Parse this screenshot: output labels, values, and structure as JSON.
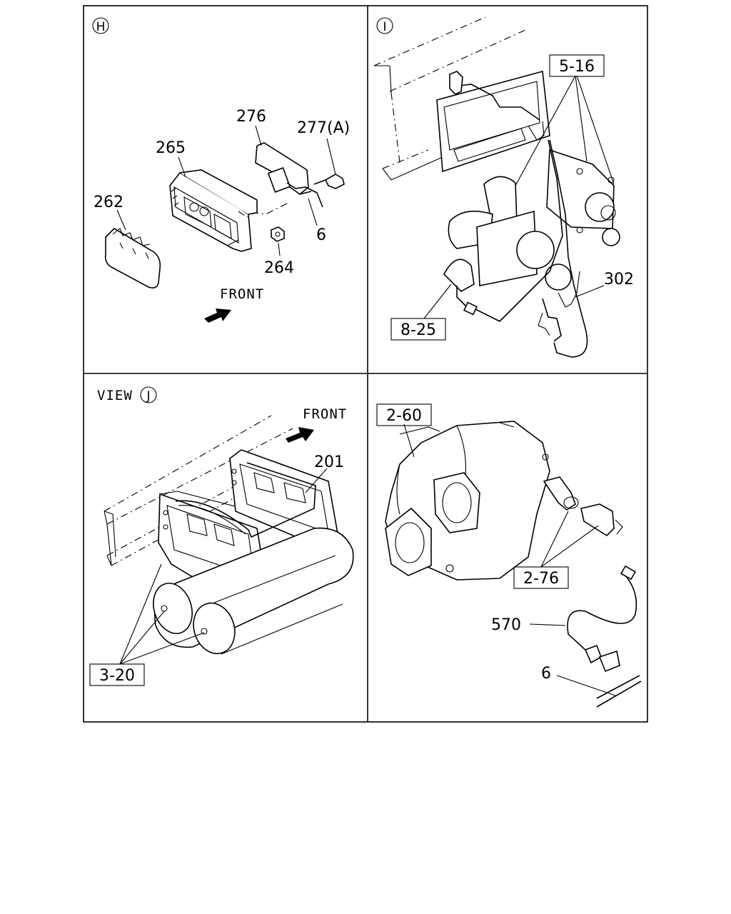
{
  "panels": {
    "h": {
      "view_letter": "H",
      "labels": {
        "p276": "276",
        "p277": "277(A)",
        "p265": "265",
        "p262": "262",
        "p6": "6",
        "p264": "264"
      },
      "front": "FRONT"
    },
    "i": {
      "view_letter": "I",
      "boxes": {
        "b516": "5-16",
        "b825": "8-25"
      },
      "labels": {
        "p302": "302"
      }
    },
    "j": {
      "view_prefix": "VIEW",
      "view_letter": "J",
      "front": "FRONT",
      "labels": {
        "p201": "201"
      },
      "boxes": {
        "b320": "3-20"
      }
    },
    "k": {
      "boxes": {
        "b260": "2-60",
        "b276": "2-76"
      },
      "labels": {
        "p570": "570",
        "p6": "6"
      }
    }
  }
}
